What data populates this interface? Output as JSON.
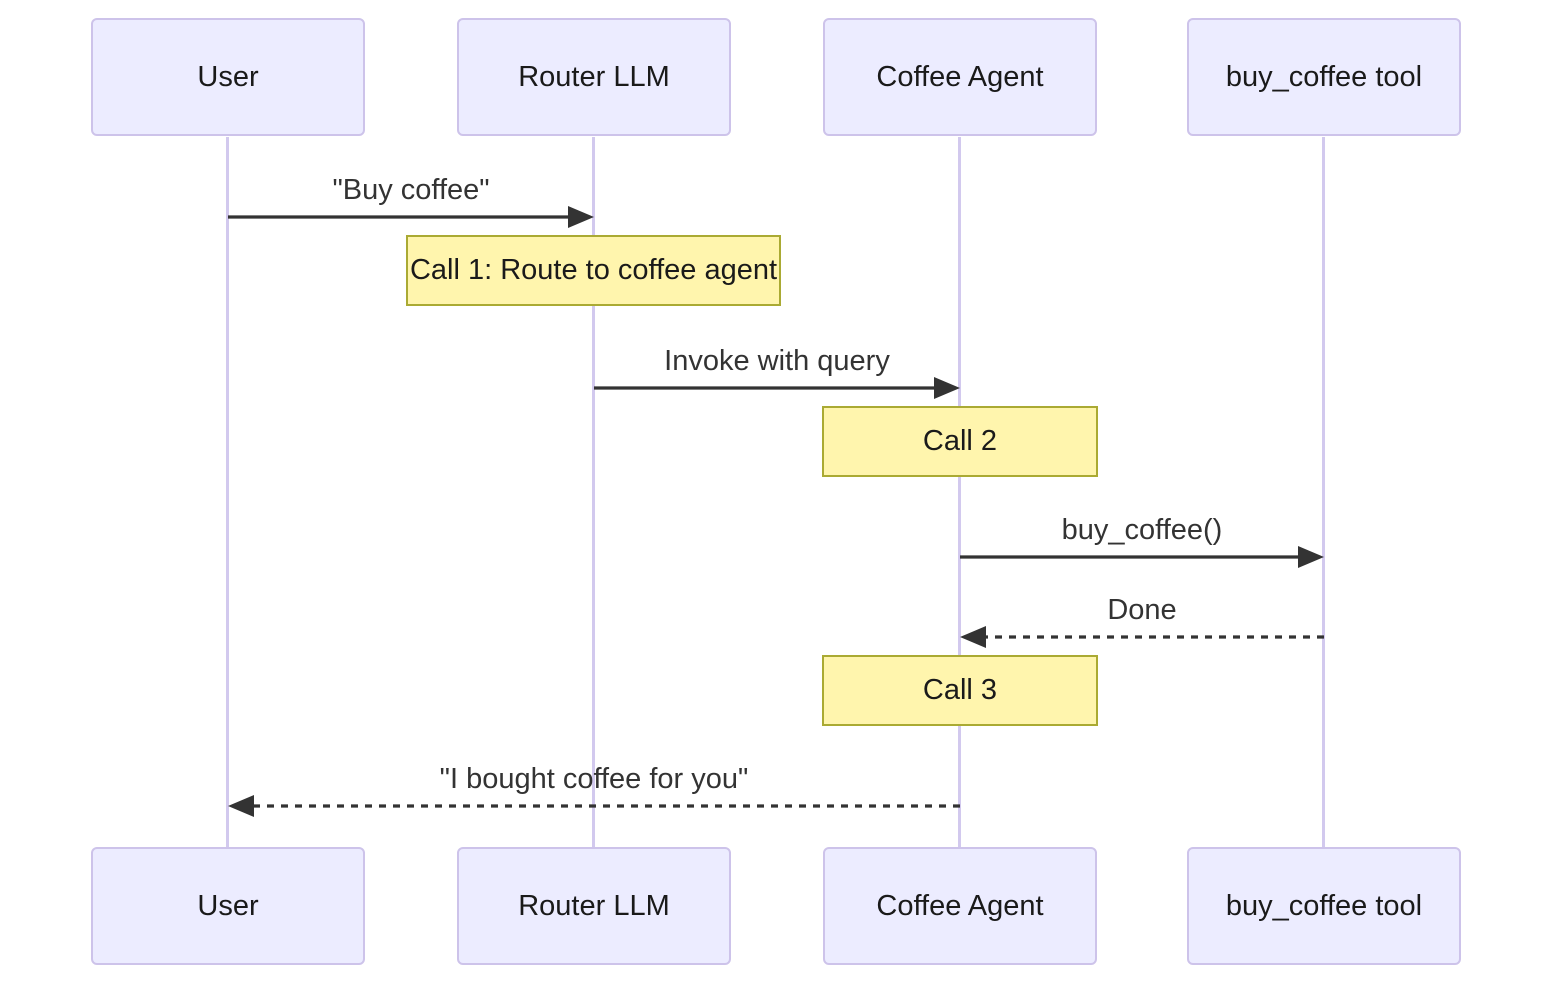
{
  "diagram": {
    "type": "sequence-diagram",
    "participants": [
      {
        "id": "user",
        "label": "User"
      },
      {
        "id": "router-llm",
        "label": "Router LLM"
      },
      {
        "id": "coffee-agent",
        "label": "Coffee Agent"
      },
      {
        "id": "buy-coffee-tool",
        "label": "buy_coffee tool"
      }
    ],
    "messages": [
      {
        "from": "User",
        "to": "Router LLM",
        "text": "\"Buy coffee\"",
        "line": "solid",
        "direction": "right"
      },
      {
        "from": "Router LLM",
        "to": "Coffee Agent",
        "text": "Invoke with query",
        "line": "solid",
        "direction": "right"
      },
      {
        "from": "Coffee Agent",
        "to": "buy_coffee tool",
        "text": "buy_coffee()",
        "line": "solid",
        "direction": "right"
      },
      {
        "from": "buy_coffee tool",
        "to": "Coffee Agent",
        "text": "Done",
        "line": "dashed",
        "direction": "left"
      },
      {
        "from": "Coffee Agent",
        "to": "User",
        "text": "\"I bought coffee for you\"",
        "line": "dashed",
        "direction": "left"
      }
    ],
    "notes": [
      {
        "over": "Router LLM",
        "text": "Call 1: Route to coffee agent"
      },
      {
        "over": "Coffee Agent",
        "text": "Call 2"
      },
      {
        "over": "Coffee Agent",
        "text": "Call 3"
      }
    ],
    "colors": {
      "actor_fill": "#ececff",
      "actor_border": "#cdc3ea",
      "lifeline": "#d2c9ee",
      "note_fill": "#fff5ad",
      "note_border": "#aaaa33",
      "message_line": "#333333",
      "message_text": "#333333",
      "actor_text": "#1a1a1a",
      "background": "#ffffff"
    }
  }
}
